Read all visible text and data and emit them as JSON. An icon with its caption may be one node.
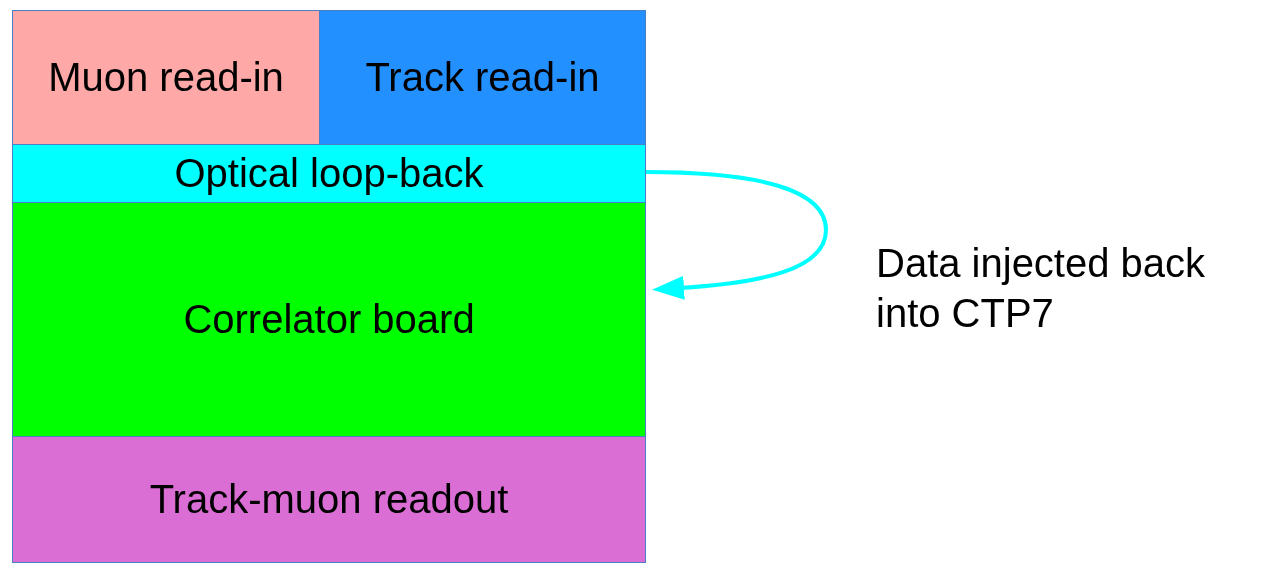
{
  "diagram": {
    "nodes": [
      {
        "text": [
          "Muon read-in"
        ]
      },
      {
        "text": [
          "Track read-in"
        ]
      },
      {
        "text": [
          "Optical loop-back"
        ]
      },
      {
        "text": [
          "Correlator board"
        ]
      },
      {
        "text": [
          "Track-muon readout"
        ]
      }
    ],
    "edges": [
      {
        "from": 2,
        "to": 3,
        "arrow": "to"
      }
    ],
    "labels": [
      "Data injected back into CTP7"
    ]
  }
}
